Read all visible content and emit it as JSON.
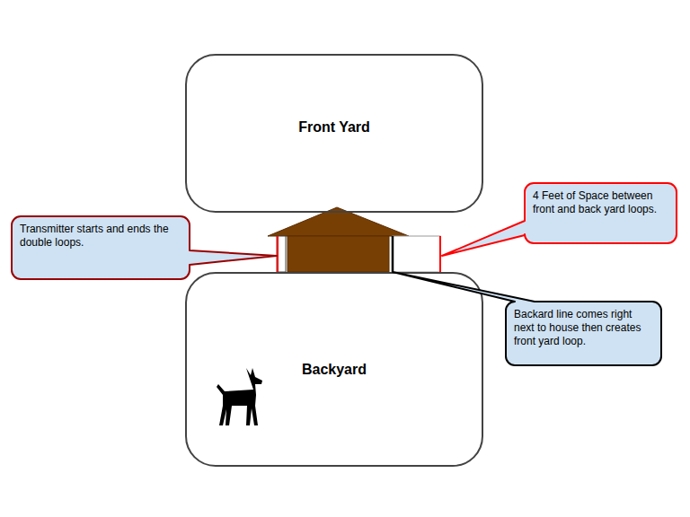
{
  "diagram": {
    "nodes": [
      {
        "text": [
          "Front Yard"
        ]
      },
      {
        "text": [
          "4 Feet of Space between front and back yard loops."
        ]
      },
      {
        "text": [
          "Transmitter starts and ends the double loops."
        ]
      },
      {
        "text": [
          "Backyard"
        ]
      },
      {
        "text": [
          "Backard line comes right next to house then creates front yard loop."
        ]
      }
    ]
  }
}
